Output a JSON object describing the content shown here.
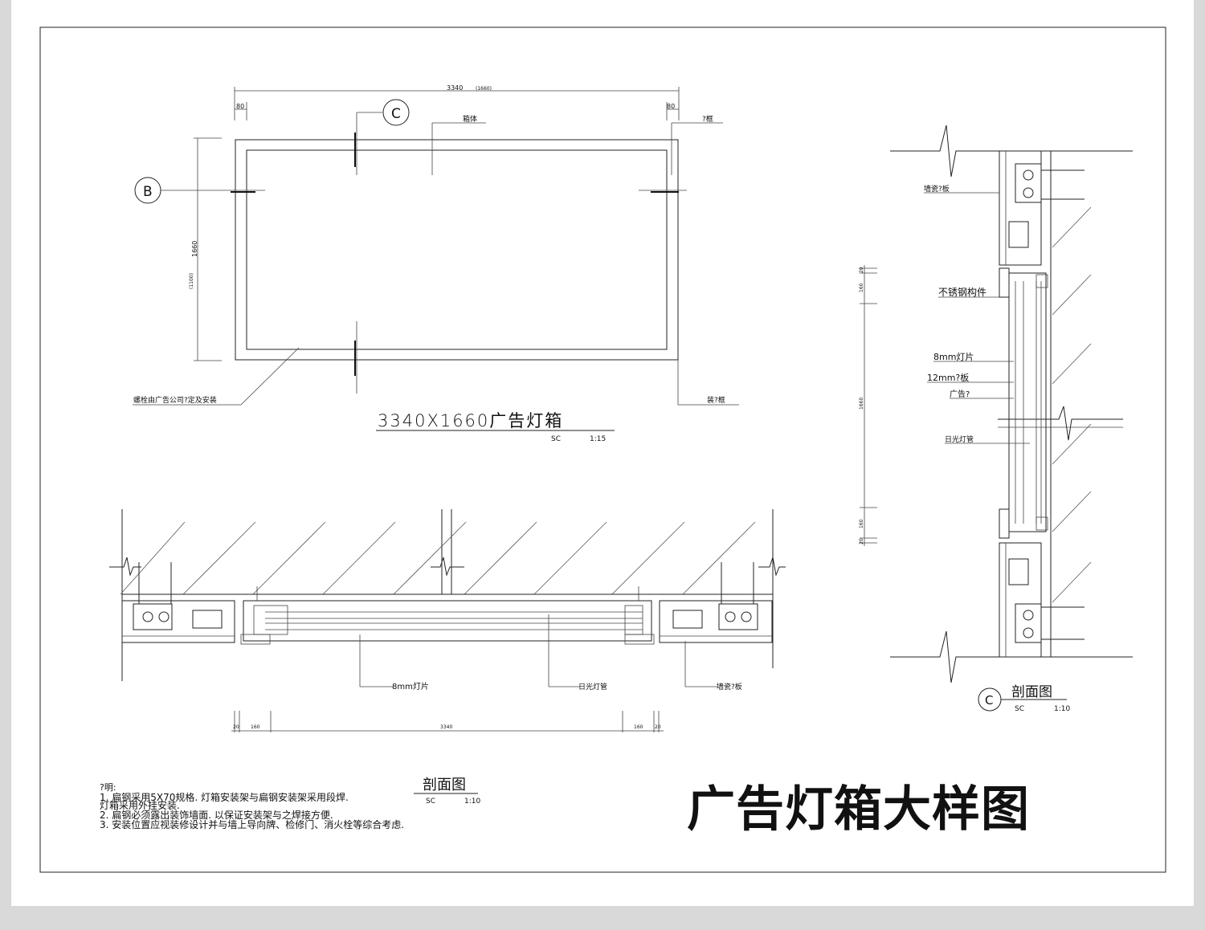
{
  "elevation": {
    "dim_width": "3340",
    "dim_width_sub": "(1660)",
    "dim_left_margin": "80",
    "dim_right_margin": "80",
    "dim_height": "1660",
    "dim_height_sub": "(1100)",
    "marker_c": "C",
    "marker_b": "B",
    "label_box": "箱体",
    "label_frame_top": "?框",
    "label_frame_bottom": "装?框",
    "label_bolt": "螺栓由广告公司?定及安装",
    "title": "3340X1660广告灯箱",
    "scale_code": "SC",
    "scale": "1:15"
  },
  "plan_section": {
    "label_glass": "8mm灯片",
    "label_tube": "日光灯管",
    "label_tile": "墙瓷?板",
    "dims": [
      "20",
      "160",
      "3340",
      "160",
      "20"
    ],
    "title": "剖面图",
    "scale_code": "SC",
    "scale": "1:10"
  },
  "side_section": {
    "label_tile": "墙瓷?板",
    "label_steel": "不锈钢构件",
    "label_glass": "8mm灯片",
    "label_board": "12mm?板",
    "label_ad": "广告?",
    "label_tube": "日光灯管",
    "dims": [
      "20",
      "160",
      "1660",
      "160",
      "20"
    ],
    "marker": "C",
    "title": "剖面图",
    "scale_code": "SC",
    "scale": "1:10"
  },
  "notes": {
    "heading": "?明:",
    "lines": [
      "1. 扁钢采用5X70规格. 灯箱安装架与扁钢安装架采用段焊.",
      "灯箱采用外挂安装.",
      "2. 扁钢必须露出装饰墙面. 以保证安装架与之焊接方便.",
      "3. 安装位置应视装修设计并与墙上导向牌、检修门、消火栓等综合考虑."
    ]
  },
  "sheet_title": "广告灯箱大样图"
}
